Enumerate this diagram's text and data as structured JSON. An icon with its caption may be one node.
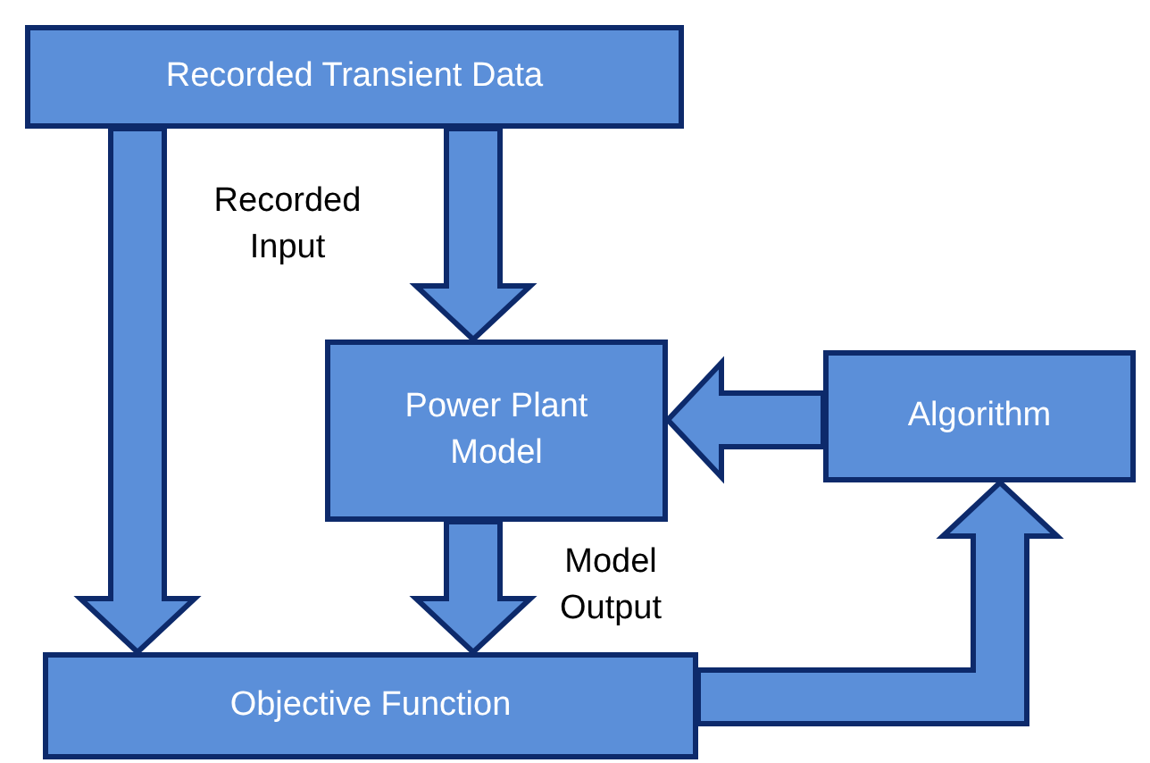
{
  "diagram": {
    "nodes": [
      {
        "text": [
          "Recorded Transient Data"
        ]
      },
      {
        "text": [
          "Power Plant Model"
        ]
      },
      {
        "text": [
          "Algorithm"
        ]
      },
      {
        "text": [
          "Objective Function"
        ]
      }
    ],
    "edges": [
      {
        "from": 0,
        "to": 3,
        "arrow": "to"
      },
      {
        "from": 0,
        "to": 1,
        "arrow": "to",
        "label": "Recorded Input"
      },
      {
        "from": 1,
        "to": 3,
        "arrow": "to",
        "label": "Model Output"
      },
      {
        "from": 3,
        "to": 2,
        "arrow": "to"
      },
      {
        "from": 2,
        "to": 1,
        "arrow": "to"
      }
    ]
  }
}
